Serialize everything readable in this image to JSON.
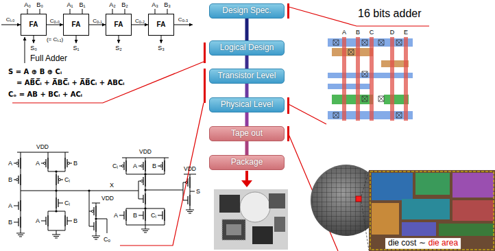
{
  "diagram": {
    "nodes": [
      {
        "text": [
          "FA"
        ]
      },
      {
        "text": [
          "FA"
        ]
      },
      {
        "text": [
          "FA"
        ]
      },
      {
        "text": [
          "FA"
        ]
      },
      {
        "text": [
          "Design Spec."
        ]
      },
      {
        "text": [
          "Logical Design"
        ]
      },
      {
        "text": [
          "Transistor Level"
        ]
      },
      {
        "text": [
          "Physical Level"
        ]
      },
      {
        "text": [
          "Tape out"
        ]
      },
      {
        "text": [
          "Package"
        ]
      }
    ],
    "edges": [
      {
        "from": 0,
        "to": 1,
        "arrow": "to",
        "label": "Cₒ,₀"
      },
      {
        "from": 1,
        "to": 2,
        "arrow": "to",
        "label": "Cₒ,₁"
      },
      {
        "from": 2,
        "to": 3,
        "arrow": "to",
        "label": "Cₒ,₂"
      },
      {
        "from": 4,
        "to": 5,
        "arrow": "none"
      },
      {
        "from": 5,
        "to": 6,
        "arrow": "none"
      },
      {
        "from": 6,
        "to": 7,
        "arrow": "none"
      },
      {
        "from": 7,
        "to": 8,
        "arrow": "none"
      },
      {
        "from": 8,
        "to": 9,
        "arrow": "none"
      }
    ],
    "labels": [
      "A₀",
      "B₀",
      "A₁",
      "B₁",
      "A₂",
      "B₂",
      "A₃",
      "B₃",
      "Cᵢ,₀",
      "(= Cᵢ,₁)",
      "Cₒ,₃",
      "S₀",
      "S₁",
      "S₂",
      "S₃",
      "Full Adder",
      "S = A ⊕ B ⊕ Cᵢ",
      "= AB̅C̅ᵢ + A̅BC̅ᵢ + A̅B̅Cᵢ + ABCᵢ",
      "Cₒ = AB + BCᵢ + ACᵢ",
      "16 bits adder",
      "A",
      "B",
      "C",
      "D",
      "E",
      "VDD",
      "A",
      "B",
      "A",
      "B",
      "Cᵢ",
      "X",
      "A",
      "B",
      "Cᵢ",
      "A",
      "B",
      "VDD",
      "Cₒ",
      "VDD",
      "Cᵢ",
      "A",
      "B",
      "A",
      "B",
      "Cᵢ",
      "VDD",
      "S",
      "die cost ∼",
      "die area"
    ]
  }
}
